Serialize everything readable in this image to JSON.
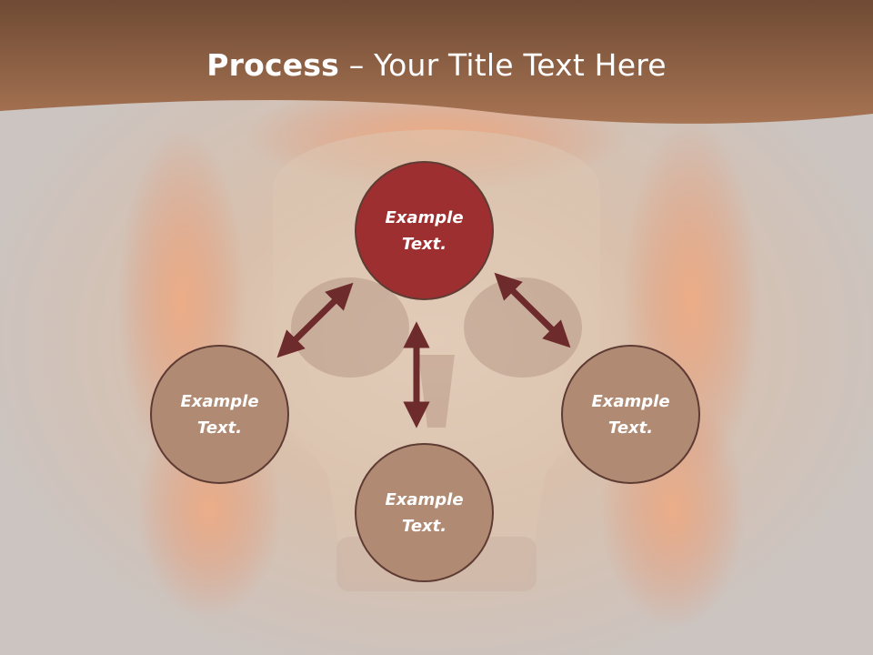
{
  "slide": {
    "title_bold": "Process",
    "title_rest": " – Your Title Text Here",
    "background_icon": "flaming-skull-image",
    "colors": {
      "header_band": "#9c6a4a",
      "background": "#cfc8c4",
      "node_primary": "#9e2f31",
      "node_secondary": "#b08a73",
      "arrow": "#6e2b2b",
      "node_border": "#5e3c34"
    }
  },
  "nodes": {
    "top": {
      "line1": "Example",
      "line2": "Text."
    },
    "left": {
      "line1": "Example",
      "line2": "Text."
    },
    "bottom": {
      "line1": "Example",
      "line2": "Text."
    },
    "right": {
      "line1": "Example",
      "line2": "Text."
    }
  },
  "arrows": [
    {
      "from": "top",
      "to": "left",
      "bidirectional": true
    },
    {
      "from": "top",
      "to": "bottom",
      "bidirectional": true
    },
    {
      "from": "top",
      "to": "right",
      "bidirectional": true
    }
  ]
}
